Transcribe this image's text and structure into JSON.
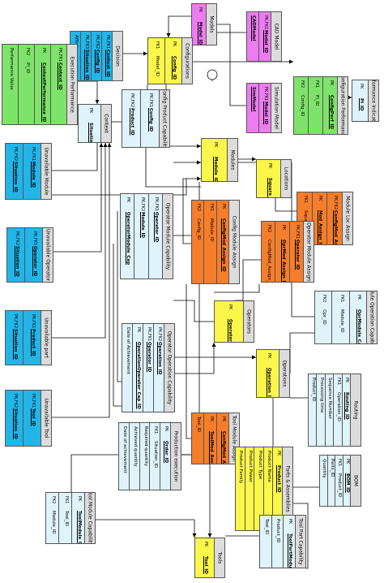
{
  "colors": {
    "cyan": "#22b5e8",
    "magenta": "#ee7cf1",
    "yellow": "#fbf74a",
    "green": "#7ee36a",
    "orange": "#f67d2a",
    "lightblue": "#dff3fb",
    "grey_header": "#dcdcdc"
  },
  "entities": [
    {
      "id": "models",
      "title": "Models",
      "color": "magenta",
      "cols": [
        {
          "k": "PK",
          "v": "Model_ID",
          "u": true
        }
      ]
    },
    {
      "id": "cad_model",
      "title": "CAD Model",
      "color": "magenta",
      "cols": [
        {
          "k": "PK,FK1",
          "v": "Model_ID",
          "u": true
        },
        {
          "k": "",
          "v": "CADModel",
          "u": true
        }
      ]
    },
    {
      "id": "simulation_model",
      "title": "Simulation Model",
      "color": "magenta",
      "cols": [
        {
          "k": "PK,FK1",
          "v": "Model_ID",
          "u": true
        },
        {
          "k": "",
          "v": "SimModel",
          "u": true
        }
      ]
    },
    {
      "id": "configurations",
      "title": "Configurations",
      "color": "yellow",
      "cols": [
        {
          "k": "PK",
          "v": "Config_ID",
          "u": true
        },
        {
          "k": "FK1",
          "v": "Model_ID",
          "u": false
        }
      ]
    },
    {
      "id": "configuration_performance",
      "title": "Configuration Performance",
      "color": "green",
      "cols": [
        {
          "k": "PK",
          "v": "ConfigPerf_ID",
          "u": true
        },
        {
          "k": "FK1",
          "v": "PI_ID",
          "u": false
        },
        {
          "k": "FK2",
          "v": "Config_ID",
          "u": false
        }
      ]
    },
    {
      "id": "performance_indicators",
      "title": "Performance Indicators",
      "color": "lightblue",
      "cols": [
        {
          "k": "PK",
          "v": "PI_ID",
          "u": true
        }
      ]
    },
    {
      "id": "decision",
      "title": "Decision",
      "color": "cyan",
      "cols": [
        {
          "k": "PK,FK1",
          "v": "Context_ID",
          "u": true
        },
        {
          "k": "PK,FK2",
          "v": "Config_ID",
          "u": true
        },
        {
          "k": "PK,FK3",
          "v": "Situation_ID",
          "u": true
        },
        {
          "k": "",
          "v": "Affinity",
          "u": false
        }
      ]
    },
    {
      "id": "execution_performance",
      "title": "Execution Performance",
      "color": "green",
      "cols": [
        {
          "k": "PK,FK1",
          "v": "Context_ID",
          "u": true
        },
        {
          "k": "PK",
          "v": "ContextPerformance_ID",
          "u": true
        },
        {
          "k": "FK2",
          "v": "PI_ID",
          "u": false
        },
        {
          "k": "",
          "v": "Performance Value",
          "u": false
        }
      ]
    },
    {
      "id": "config_product_capability",
      "title": "Config Product Capability",
      "color": "lightblue",
      "cols": [
        {
          "k": "PK,FK1",
          "v": "Config_ID",
          "u": true
        },
        {
          "k": "PK,FK2",
          "v": "Product_ID",
          "u": true
        }
      ]
    },
    {
      "id": "context",
      "title": "Context",
      "color": "lightblue",
      "cols": [
        {
          "k": "PK",
          "v": "Situation_ID",
          "u": true
        }
      ]
    },
    {
      "id": "unavailable_module",
      "title": "Unavailable Module",
      "color": "cyan",
      "cols": [
        {
          "k": "PK,FK1",
          "v": "Module_ID",
          "u": true
        },
        {
          "k": "PK,FK2",
          "v": "Situation_ID",
          "u": true
        }
      ]
    },
    {
      "id": "modules",
      "title": "Modules",
      "color": "yellow",
      "cols": [
        {
          "k": "PK",
          "v": "Module_ID",
          "u": true
        }
      ]
    },
    {
      "id": "locations",
      "title": "Locations",
      "color": "yellow",
      "cols": [
        {
          "k": "PK",
          "v": "Square_ID",
          "u": true
        }
      ]
    },
    {
      "id": "module_loc_assign",
      "title": "Module Loc Assign",
      "color": "orange",
      "cols": [
        {
          "k": "PK,FK2",
          "v": "ConfigMod_Assign_ID",
          "u": true
        },
        {
          "k": "PK",
          "v": "Mod_Assign_ID",
          "u": true
        },
        {
          "k": "FK1",
          "v": "Square_ID",
          "u": false
        }
      ]
    },
    {
      "id": "operator_module_capability",
      "title": "Operator Module Capability",
      "color": "lightblue",
      "cols": [
        {
          "k": "PK,FK1",
          "v": "Operator_ID",
          "u": true
        },
        {
          "k": "PK,FK2",
          "v": "Module_ID",
          "u": true
        },
        {
          "k": "PK",
          "v": "OperatorModule_Cap",
          "u": true
        }
      ]
    },
    {
      "id": "config_module_assign",
      "title": "Config Module Assign",
      "color": "orange",
      "cols": [
        {
          "k": "PK",
          "v": "ConfigMod_Assign_ID",
          "u": true
        },
        {
          "k": "FK1",
          "v": "Module_ID",
          "u": false
        },
        {
          "k": "FK2",
          "v": "Config_ID",
          "u": false
        }
      ]
    },
    {
      "id": "operator_module_assign",
      "title": "Operator Module Assign",
      "color": "orange",
      "cols": [
        {
          "k": "PK,FK1",
          "v": "Operator_ID",
          "u": true
        },
        {
          "k": "PK",
          "v": "OprMod_Assign_ID",
          "u": true
        },
        {
          "k": "FK2",
          "v": "ConfigMod_Assign_ID",
          "u": false
        }
      ]
    },
    {
      "id": "unavailable_operator",
      "title": "Unavailable Operator",
      "color": "cyan",
      "cols": [
        {
          "k": "PK,FK1",
          "v": "Operator_ID",
          "u": true
        },
        {
          "k": "PK,FK2",
          "v": "Situation_ID",
          "u": true
        }
      ]
    },
    {
      "id": "module_operation_capability",
      "title": "Module Operation Capability",
      "color": "lightblue",
      "cols": [
        {
          "k": "PK",
          "v": "OprModule_Cap_ID",
          "u": true
        },
        {
          "k": "FK1",
          "v": "Module_ID",
          "u": false
        },
        {
          "k": "FK2",
          "v": "Opr_ID",
          "u": false
        }
      ]
    },
    {
      "id": "operators",
      "title": "Operators",
      "color": "yellow",
      "cols": [
        {
          "k": "PK",
          "v": "Operator_ID",
          "u": true
        }
      ]
    },
    {
      "id": "unavailable_part",
      "title": "Unavailable part",
      "color": "cyan",
      "cols": [
        {
          "k": "PK,FK1",
          "v": "Product_ID",
          "u": true
        },
        {
          "k": "PK,FK2",
          "v": "Situation_ID",
          "u": true
        }
      ]
    },
    {
      "id": "operator_operation_capability",
      "title": "Operator Operation Capability",
      "color": "lightblue",
      "cols": [
        {
          "k": "PK,FK2",
          "v": "Operation_ID",
          "u": true
        },
        {
          "k": "PK,FK1",
          "v": "Operator_ID",
          "u": true
        },
        {
          "k": "PK",
          "v": "OperationOperator_Cap_ID",
          "u": true
        },
        {
          "k": "",
          "v": "Date of Achievement",
          "u": false
        }
      ]
    },
    {
      "id": "operations",
      "title": "Operations",
      "color": "yellow",
      "cols": [
        {
          "k": "PK",
          "v": "Operation_ID",
          "u": true
        }
      ]
    },
    {
      "id": "routing",
      "title": "Routing",
      "color": "lightblue",
      "cols": [
        {
          "k": "PK",
          "v": "Routing_ID",
          "u": true
        },
        {
          "k": "FK1",
          "v": "Operation_ID",
          "u": false
        },
        {
          "k": "",
          "v": "Sequence Number",
          "u": false
        },
        {
          "k": "",
          "v": "Processing time",
          "u": false
        },
        {
          "k": "",
          "v": "Product_ID",
          "u": false
        }
      ]
    },
    {
      "id": "unavailable_tool",
      "title": "Unavailable Tool",
      "color": "cyan",
      "cols": [
        {
          "k": "PK,FK1",
          "v": "Tool_ID",
          "u": true
        },
        {
          "k": "PK,FK2",
          "v": "Situation_ID",
          "u": true
        }
      ]
    },
    {
      "id": "production_execution",
      "title": "Production execution",
      "color": "lightblue",
      "cols": [
        {
          "k": "PK",
          "v": "Order_ID",
          "u": true
        },
        {
          "k": "FK1",
          "v": "Situation_ID",
          "u": false
        },
        {
          "k": "",
          "v": "Required quantity",
          "u": false
        },
        {
          "k": "",
          "v": "Achieved quantity",
          "u": false
        },
        {
          "k": "",
          "v": "Date of achievement",
          "u": false
        }
      ]
    },
    {
      "id": "tool_module_assign",
      "title": "Tool Module Assign",
      "color": "orange",
      "cols": [
        {
          "k": "PK",
          "v": "ConfigMod_Assign_ID",
          "u": true
        },
        {
          "k": "PK",
          "v": "ToolMod_Assign_ID",
          "u": true
        },
        {
          "k": "",
          "v": "Tool_ID",
          "u": false
        }
      ]
    },
    {
      "id": "parts_assemblies",
      "title": "Parts & Assemblies",
      "color": "yellow",
      "cols": [
        {
          "k": "PK",
          "v": "Product_ID",
          "u": true
        },
        {
          "k": "",
          "v": "Product Name",
          "u": false
        },
        {
          "k": "",
          "v": "Product Type",
          "u": false
        },
        {
          "k": "",
          "v": "Product Power",
          "u": false
        },
        {
          "k": "",
          "v": "Product Family",
          "u": false
        }
      ]
    },
    {
      "id": "bom",
      "title": "BOM",
      "color": "lightblue",
      "cols": [
        {
          "k": "PK",
          "v": "BOM_ID",
          "u": true
        },
        {
          "k": "FK1",
          "v": "Product_ID",
          "u": false
        },
        {
          "k": "",
          "v": "Parts_ID",
          "u": false
        },
        {
          "k": "",
          "v": "Quantity",
          "u": false
        }
      ]
    },
    {
      "id": "tool_module_capability",
      "title": "Tool Module Capability",
      "color": "lightblue",
      "cols": [
        {
          "k": "PK",
          "v": "ToolModule_Cap_ID",
          "u": true
        },
        {
          "k": "FK1",
          "v": "Tool_ID",
          "u": false
        },
        {
          "k": "FK2",
          "v": "Module_ID",
          "u": false
        }
      ]
    },
    {
      "id": "tool_part_capability",
      "title": "Tool Part Capability",
      "color": "lightblue",
      "cols": [
        {
          "k": "PK",
          "v": "ToolPartModule_Cap_ID",
          "u": true
        },
        {
          "k": "",
          "v": "Product_ID",
          "u": false
        },
        {
          "k": "",
          "v": "Tool_ID",
          "u": false
        }
      ]
    },
    {
      "id": "tools",
      "title": "Tools",
      "color": "yellow",
      "cols": [
        {
          "k": "PK",
          "v": "Tool_ID",
          "u": true
        }
      ]
    }
  ]
}
